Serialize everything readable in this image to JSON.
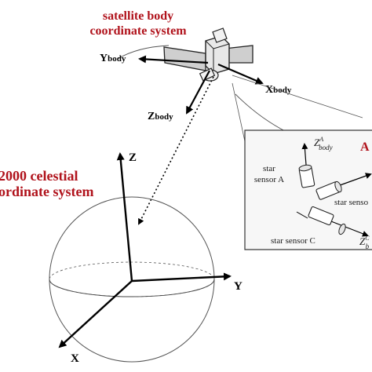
{
  "colors": {
    "title": "#b0121b",
    "ink": "#000000",
    "inset_bg": "#f7f7f7"
  },
  "satellite": {
    "title_line1": "satellite body",
    "title_line2": "coordinate system",
    "axis_y": "Y",
    "axis_x": "X",
    "axis_z": "Z",
    "sub": "body"
  },
  "celestial": {
    "title_line1": "2000 celestial",
    "title_line2": "ordinate system",
    "axis_z": "Z",
    "axis_y": "Y",
    "axis_x": "X"
  },
  "inset": {
    "z_label": "Z",
    "z_sup": "A",
    "z_sub": "body",
    "sensor_a_line1": "star",
    "sensor_a_line2": "sensor A",
    "sensor_b": "star senso",
    "sensor_c": "star sensor C",
    "z2_label": "Z",
    "z2_sub": "b",
    "z2_sup": "C",
    "heading": "A"
  }
}
